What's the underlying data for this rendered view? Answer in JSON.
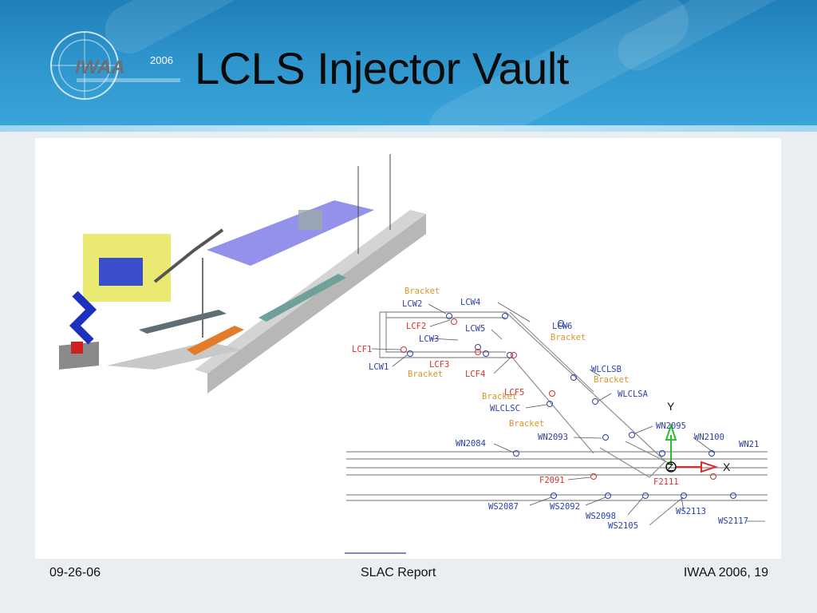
{
  "header": {
    "logo_text": "IWAA",
    "logo_year": "2006",
    "title": "LCLS Injector Vault"
  },
  "drawing_labels": {
    "bracket_1": "Bracket",
    "lcw2": "LCW2",
    "lcw4": "LCW4",
    "lcf2": "LCF2",
    "lcw5": "LCW5",
    "lcw6": "LCW6",
    "bracket_2": "Bracket",
    "lcw3": "LCW3",
    "lcf1": "LCF1",
    "lcf3": "LCF3",
    "lcw1": "LCW1",
    "bracket_3": "Bracket",
    "lcf4": "LCF4",
    "wlclsb": "WLCLSB",
    "bracket_4": "Bracket",
    "lcf5": "LCF5",
    "wlclsa": "WLCLSA",
    "bracket_5": "Bracket",
    "wlclsc": "WLCLSC",
    "bracket_6": "Bracket",
    "wn2095": "WN2095",
    "wn2093": "WN2093",
    "wn2100": "WN2100",
    "wn21": "WN21",
    "wn2084": "WN2084",
    "axis_y": "Y",
    "axis_z": "Z",
    "axis_x": "X",
    "f2091": "F2091",
    "f2111": "F2111",
    "ws2087": "WS2087",
    "ws2092": "WS2092",
    "ws2098": "WS2098",
    "ws2113": "WS2113",
    "ws2105": "WS2105",
    "ws2117": "WS2117"
  },
  "footer": {
    "date": "09-26-06",
    "center": "SLAC Report",
    "right": "IWAA 2006, 19"
  },
  "colors": {
    "header_blue": "#2e95cc",
    "label_blue": "#2c3fa8",
    "label_red": "#d63030",
    "label_orange": "#d8962a",
    "axis_green": "#2bbf2b",
    "axis_red": "#d63030"
  }
}
